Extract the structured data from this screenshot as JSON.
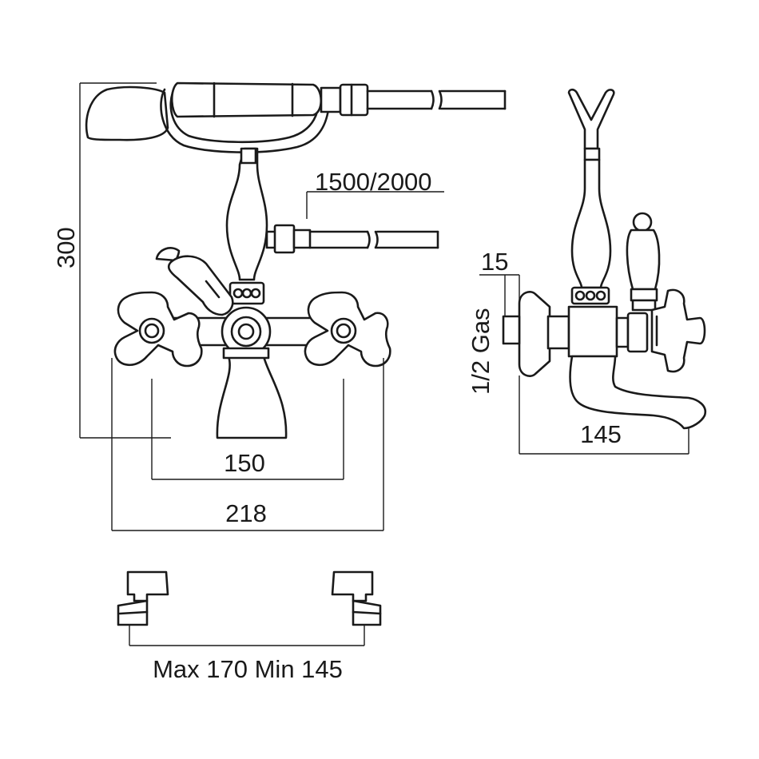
{
  "drawing": {
    "dimensions": {
      "height": "300",
      "hose_length": "1500/2000",
      "centers": "150",
      "overall_width": "218",
      "wall_offset": "15",
      "connection": "1/2 Gas",
      "projection": "145",
      "eccentric_range": "Max 170 Min 145"
    }
  }
}
